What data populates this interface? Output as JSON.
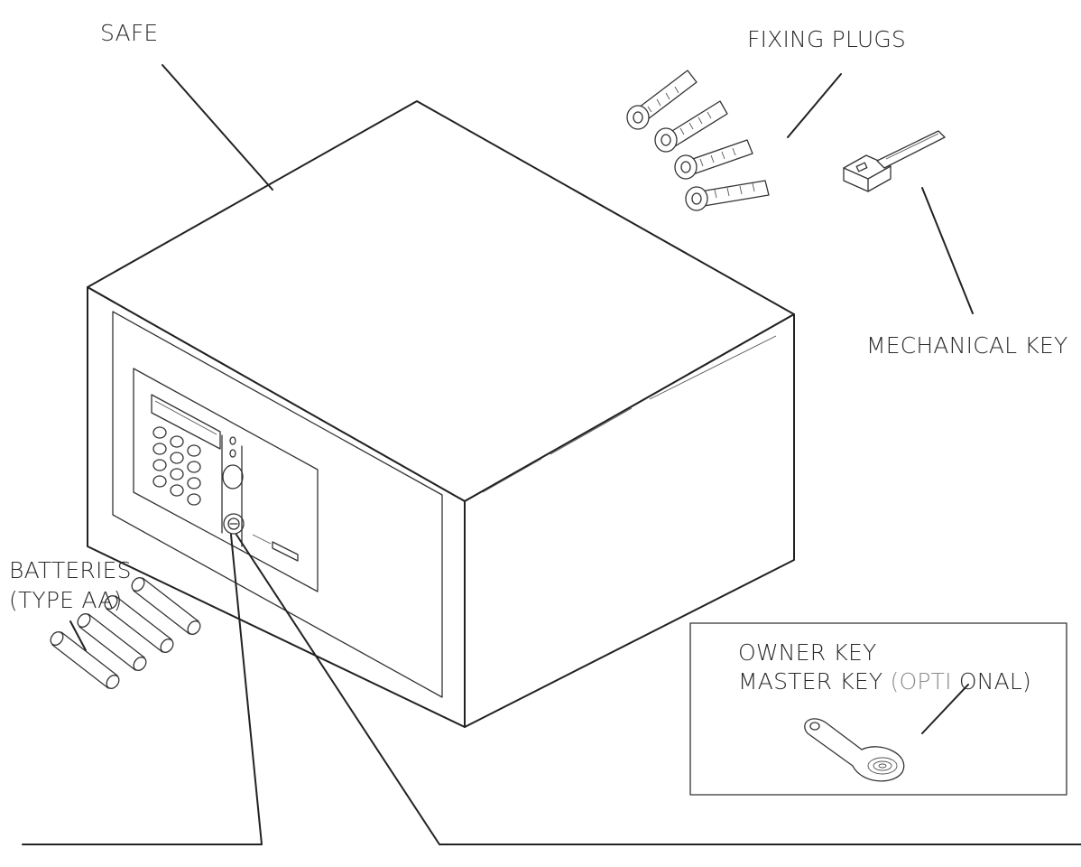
{
  "labels": {
    "safe": "SAFE",
    "fixing_plugs": "FIXING PLUGS",
    "mechanical_key": "MECHANICAL KEY",
    "batteries_line1": "BATTERIES",
    "batteries_line2": "(TYPE AA)",
    "owner_key": "OWNER KEY",
    "master_key_prefix": "MASTER KEY ",
    "master_key_optional_highlight": "(OPTI",
    "master_key_suffix": " ONAL)"
  },
  "colors": {
    "line": "#222222",
    "text": "#2a2a2a",
    "highlight": "#8a8a8a"
  }
}
